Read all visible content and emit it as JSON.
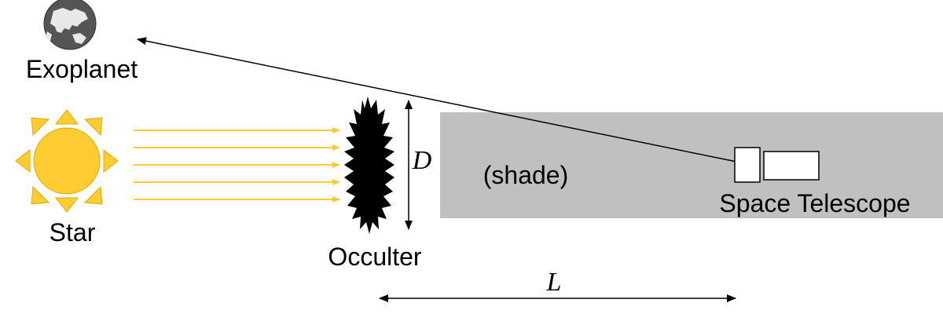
{
  "labels": {
    "exoplanet": "Exoplanet",
    "star": "Star",
    "occulter": "Occulter",
    "shade": "(shade)",
    "space_telescope": "Space Telescope",
    "diameter_symbol": "D",
    "distance_symbol": "L"
  },
  "colors": {
    "star_fill": "#FFCC33",
    "star_ray_fill": "#FFCC33",
    "light_ray": "#FFCC33",
    "shade_fill": "#C0C0C0",
    "occulter_fill": "#000000",
    "planet_fill": "#555555",
    "planet_land": "#E8E8E8"
  },
  "icons": {
    "exoplanet": "globe-icon",
    "star": "sun-icon",
    "occulter": "starshade-icon",
    "telescope": "telescope-icon"
  },
  "light_ray_count": 5
}
